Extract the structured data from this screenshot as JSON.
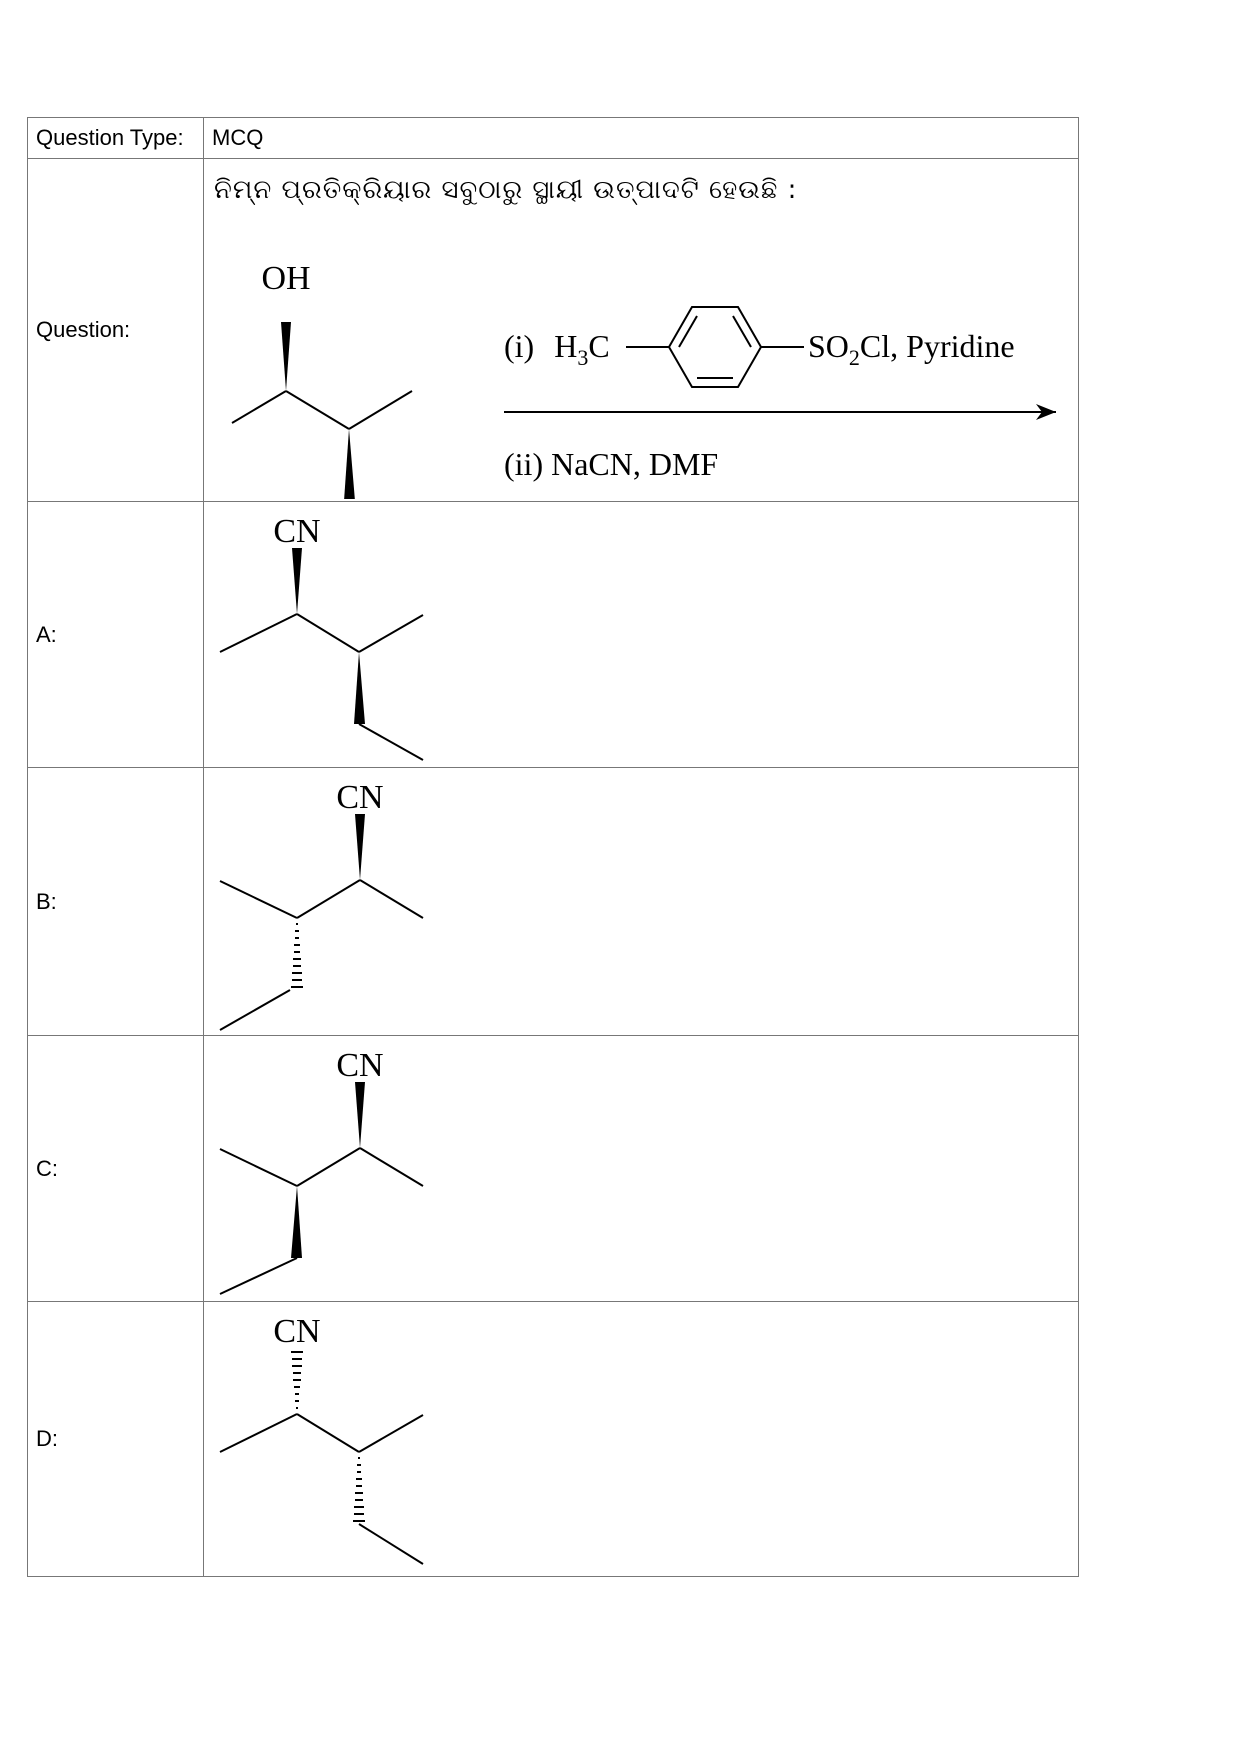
{
  "header": {
    "label": "Question Type:",
    "value": "MCQ"
  },
  "question": {
    "label": "Question:",
    "text": "ନିମ୍ନ ପ୍ରତିକ୍ରିୟାର ସବୁଠାରୁ ସ୍ଥାୟୀ ଉତ୍ପାଦଟି ହେଉଛି :",
    "reactant_group": "OH",
    "reagent_line1_prefix": "(i)",
    "reagent_line1_h": "H",
    "reagent_line1_sub3": "3",
    "reagent_line1_c": "C",
    "reagent_line1_so": "SO",
    "reagent_line1_sub2": "2",
    "reagent_line1_rest": "Cl, Pyridine",
    "reagent_line2": "(ii) NaCN, DMF"
  },
  "options": [
    {
      "label": "A:",
      "group": "CN"
    },
    {
      "label": "B:",
      "group": "CN"
    },
    {
      "label": "C:",
      "group": "CN"
    },
    {
      "label": "D:",
      "group": "CN"
    }
  ]
}
